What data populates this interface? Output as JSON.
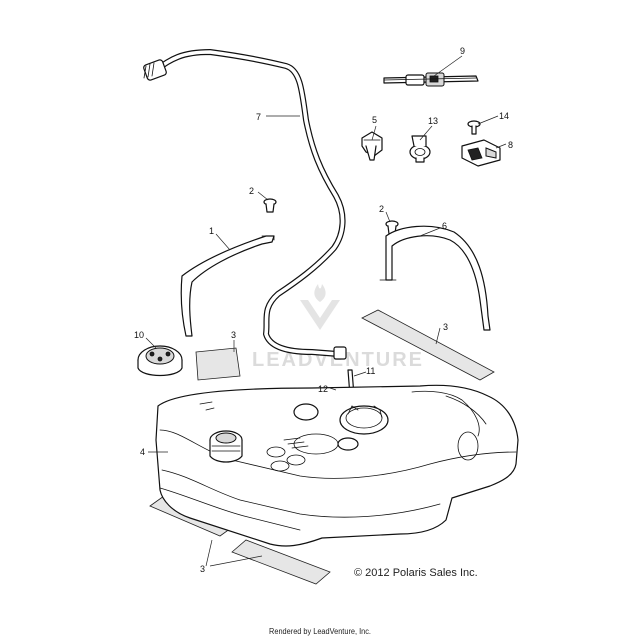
{
  "diagram": {
    "callouts": [
      {
        "id": "c9",
        "label": "9"
      },
      {
        "id": "c7",
        "label": "7"
      },
      {
        "id": "c5",
        "label": "5"
      },
      {
        "id": "c13",
        "label": "13"
      },
      {
        "id": "c14",
        "label": "14"
      },
      {
        "id": "c8",
        "label": "8"
      },
      {
        "id": "c2a",
        "label": "2"
      },
      {
        "id": "c2b",
        "label": "2"
      },
      {
        "id": "c1",
        "label": "1"
      },
      {
        "id": "c6",
        "label": "6"
      },
      {
        "id": "c10",
        "label": "10"
      },
      {
        "id": "c3a",
        "label": "3"
      },
      {
        "id": "c3b",
        "label": "3"
      },
      {
        "id": "c11",
        "label": "11"
      },
      {
        "id": "c12",
        "label": "12"
      },
      {
        "id": "c4",
        "label": "4"
      },
      {
        "id": "c3c",
        "label": "3"
      }
    ],
    "watermark": "LEADVENTURE",
    "copyright": "© 2012 Polaris Sales Inc.",
    "rendered_by": "Rendered by LeadVenture, Inc."
  }
}
